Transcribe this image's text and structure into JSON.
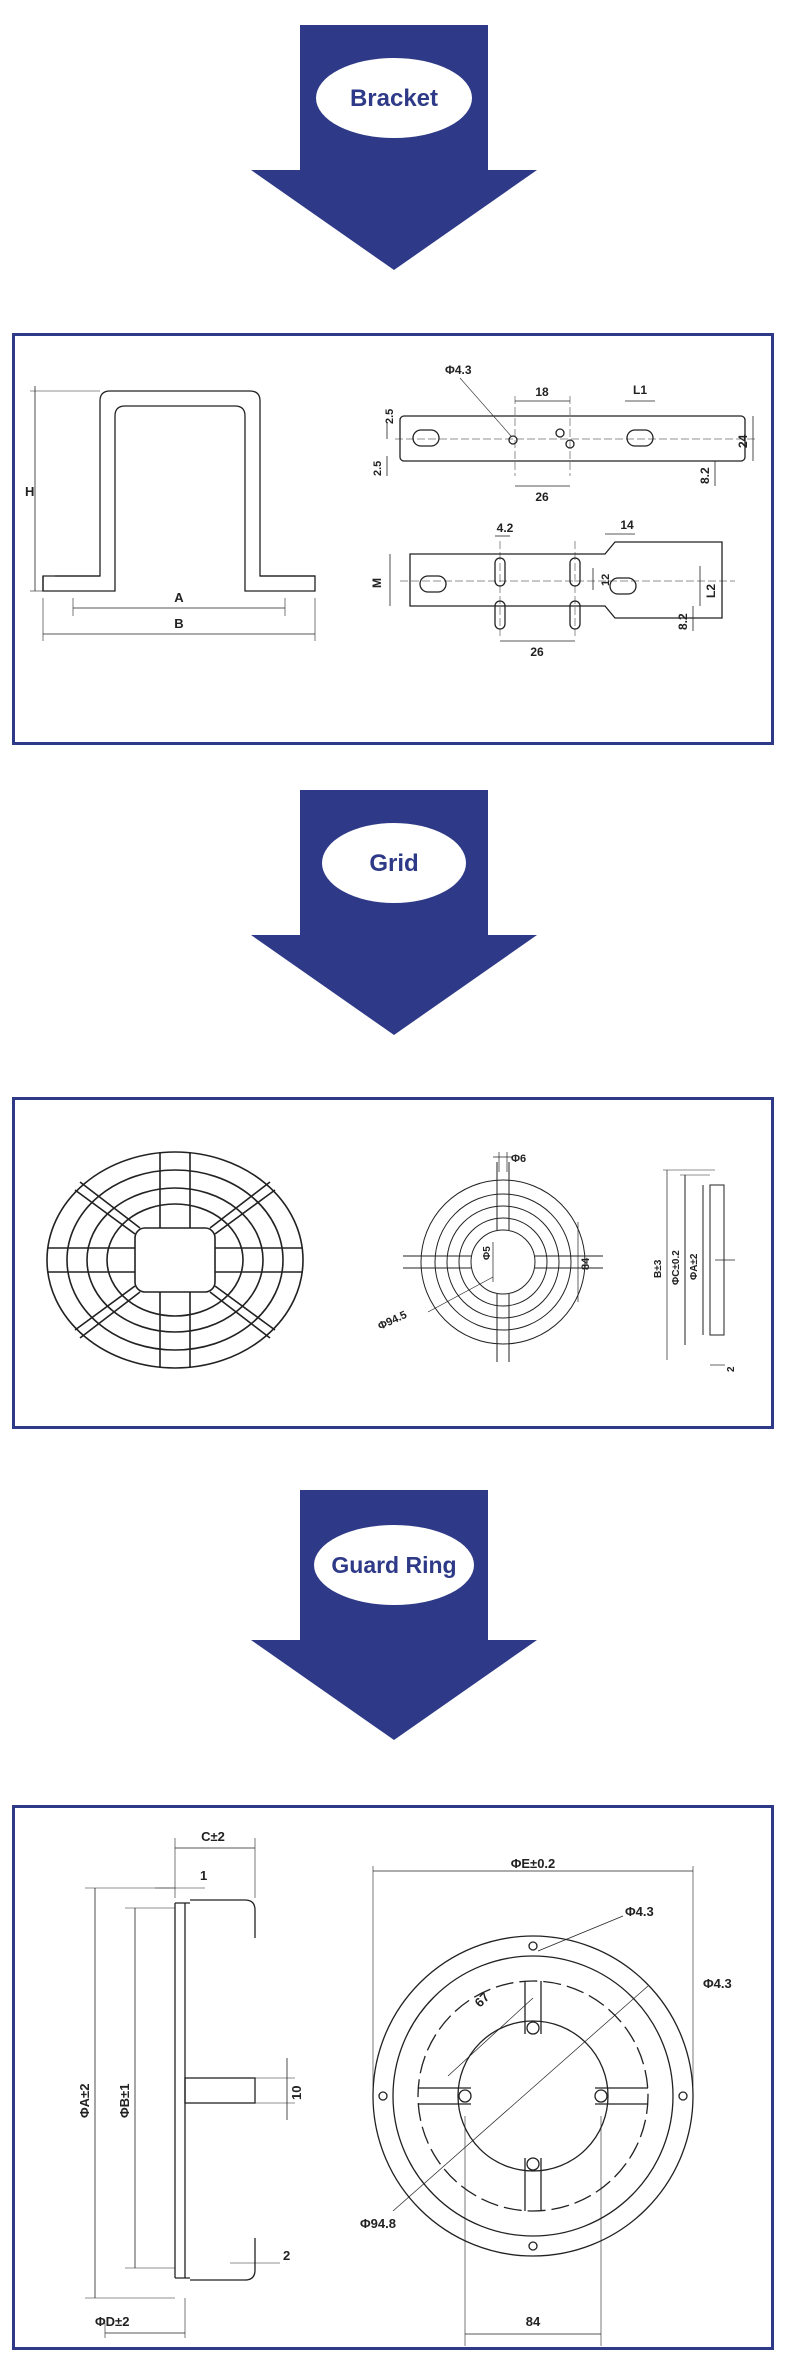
{
  "colors": {
    "accent": "#2e3a87",
    "line": "#222222",
    "dim": "#333333",
    "background": "#ffffff"
  },
  "sections": {
    "bracket": {
      "title": "Bracket"
    },
    "grid": {
      "title": "Grid"
    },
    "guard_ring": {
      "title": "Guard Ring"
    }
  },
  "bracket_drawing": {
    "front": {
      "H": "H",
      "A": "A",
      "B": "B"
    },
    "top": {
      "phi43": "Φ4.3",
      "d18": "18",
      "L1": "L1",
      "d25a": "2.5",
      "d25b": "2.5",
      "d24": "24",
      "d82": "8.2",
      "d26": "26"
    },
    "bottom": {
      "d42": "4.2",
      "d14": "14",
      "M": "M",
      "d12": "12",
      "L2": "L2",
      "d82": "8.2",
      "d26": "26"
    }
  },
  "grid_drawing": {
    "phi6": "Φ6",
    "phi5": "Φ5",
    "d84": "84",
    "phi945": "Φ94.5",
    "B3": "B±3",
    "phiC": "ΦC±0.2",
    "phiA": "ΦA±2",
    "d2": "2"
  },
  "guard_drawing": {
    "C2": "C±2",
    "d1": "1",
    "phiA2": "ΦA±2",
    "phiB1": "ΦB±1",
    "d10": "10",
    "d2": "2",
    "phiD2": "ΦD±2",
    "phiE": "ΦE±0.2",
    "phi43a": "Φ4.3",
    "phi43b": "Φ4.3",
    "d67": "67",
    "phi948": "Φ94.8",
    "d84": "84"
  }
}
